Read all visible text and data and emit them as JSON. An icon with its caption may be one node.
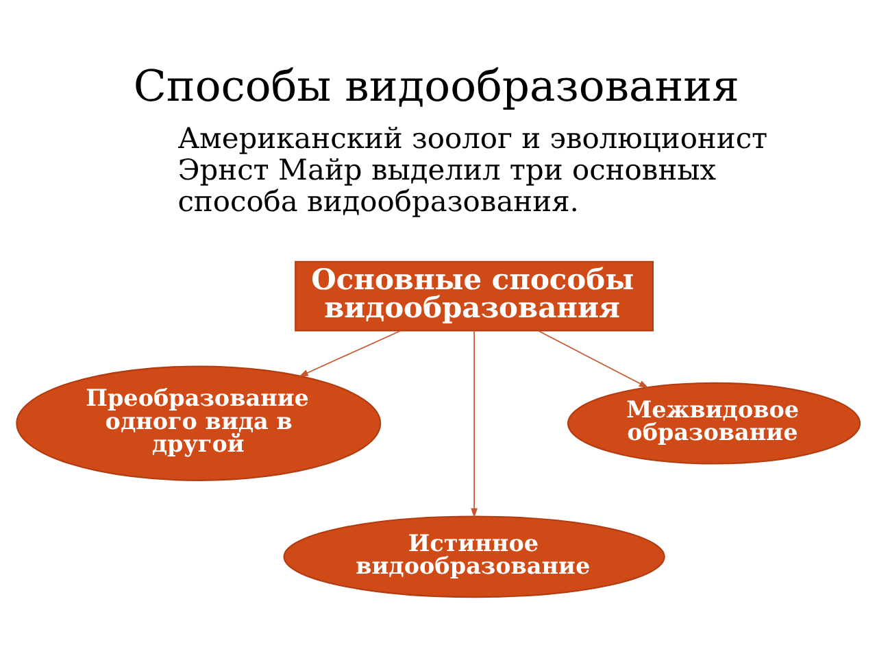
{
  "diagram": {
    "title": "Способы видообразования",
    "nodes": [
      {
        "text": [
          "Основные способы видообразования"
        ]
      },
      {
        "text": [
          "Преобразование одного вида в другой"
        ]
      },
      {
        "text": [
          "Межвидовое образование"
        ]
      },
      {
        "text": [
          "Истинное видообразование"
        ]
      }
    ],
    "edges": [
      {
        "from": 0,
        "to": 1,
        "arrow": "to"
      },
      {
        "from": 0,
        "to": 3,
        "arrow": "to"
      },
      {
        "from": 0,
        "to": 2,
        "arrow": "to"
      }
    ],
    "labels": [
      "Американский зоолог и эволюционист Эрнст Майр выделил три основных способа видообразования."
    ]
  }
}
